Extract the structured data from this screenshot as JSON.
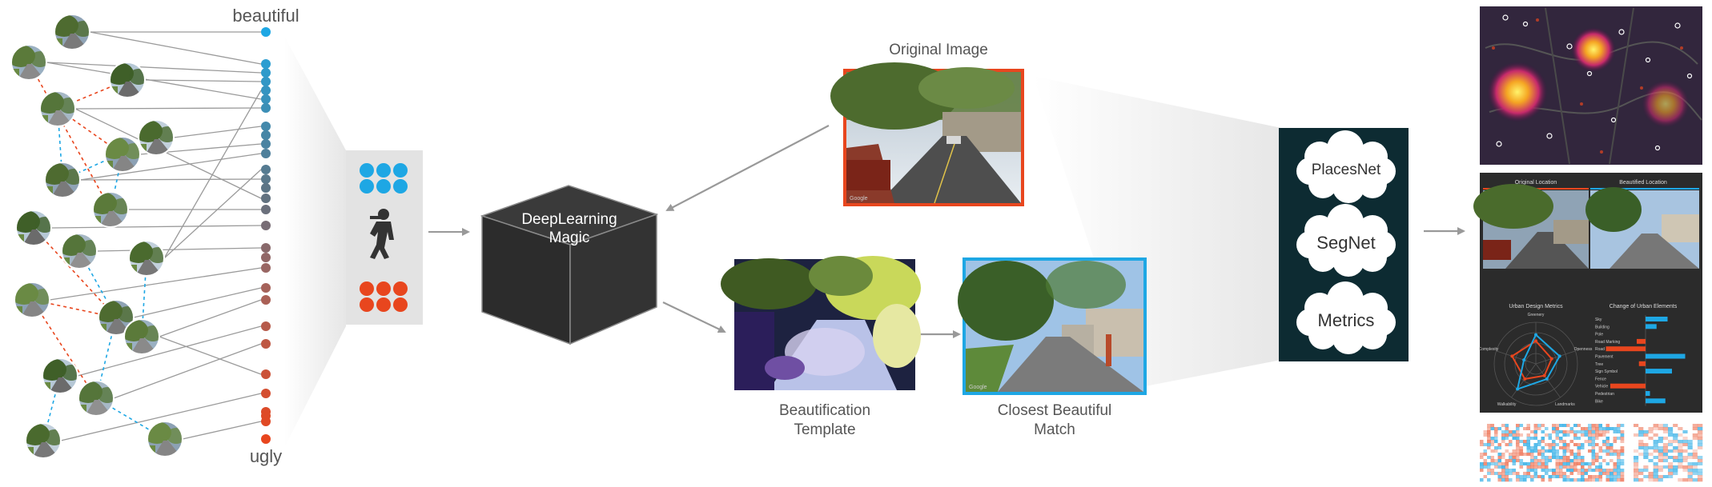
{
  "scale": {
    "top_label": "beautiful",
    "bottom_label": "ugly"
  },
  "cube": {
    "line1": "DeepLearning",
    "line2": "Magic"
  },
  "images": {
    "original": "Original Image",
    "template_line1": "Beautification",
    "template_line2": "Template",
    "match_line1": "Closest Beautiful",
    "match_line2": "Match"
  },
  "analysis": {
    "placesnet": "PlacesNet",
    "segnet": "SegNet",
    "metrics": "Metrics"
  },
  "dashboard": {
    "original_location": "Original Location",
    "beautified_location": "Beautified Location",
    "urban_design_metrics": "Urban Design Metrics",
    "change_urban_elements": "Change of Urban Elements",
    "radar_labels": [
      "Greenery",
      "Openness",
      "Landmarks",
      "Walkability",
      "Complexity"
    ],
    "element_rows": [
      "Sky",
      "Building",
      "Pole",
      "Road Marking",
      "Road",
      "Pavement",
      "Tree",
      "Sign Symbol",
      "Fence",
      "Vehicle",
      "Pedestrian",
      "Bike"
    ],
    "element_changes": [
      0.5,
      0.25,
      0,
      -0.2,
      -0.9,
      0.9,
      -0.15,
      0.6,
      0,
      -0.8,
      0.1,
      0.45
    ]
  },
  "colors": {
    "blue": "#1ea7e4",
    "red": "#e8461e",
    "dark_box": "#0d2b32",
    "cube": "#3a3a3a",
    "arrow": "#999999"
  }
}
